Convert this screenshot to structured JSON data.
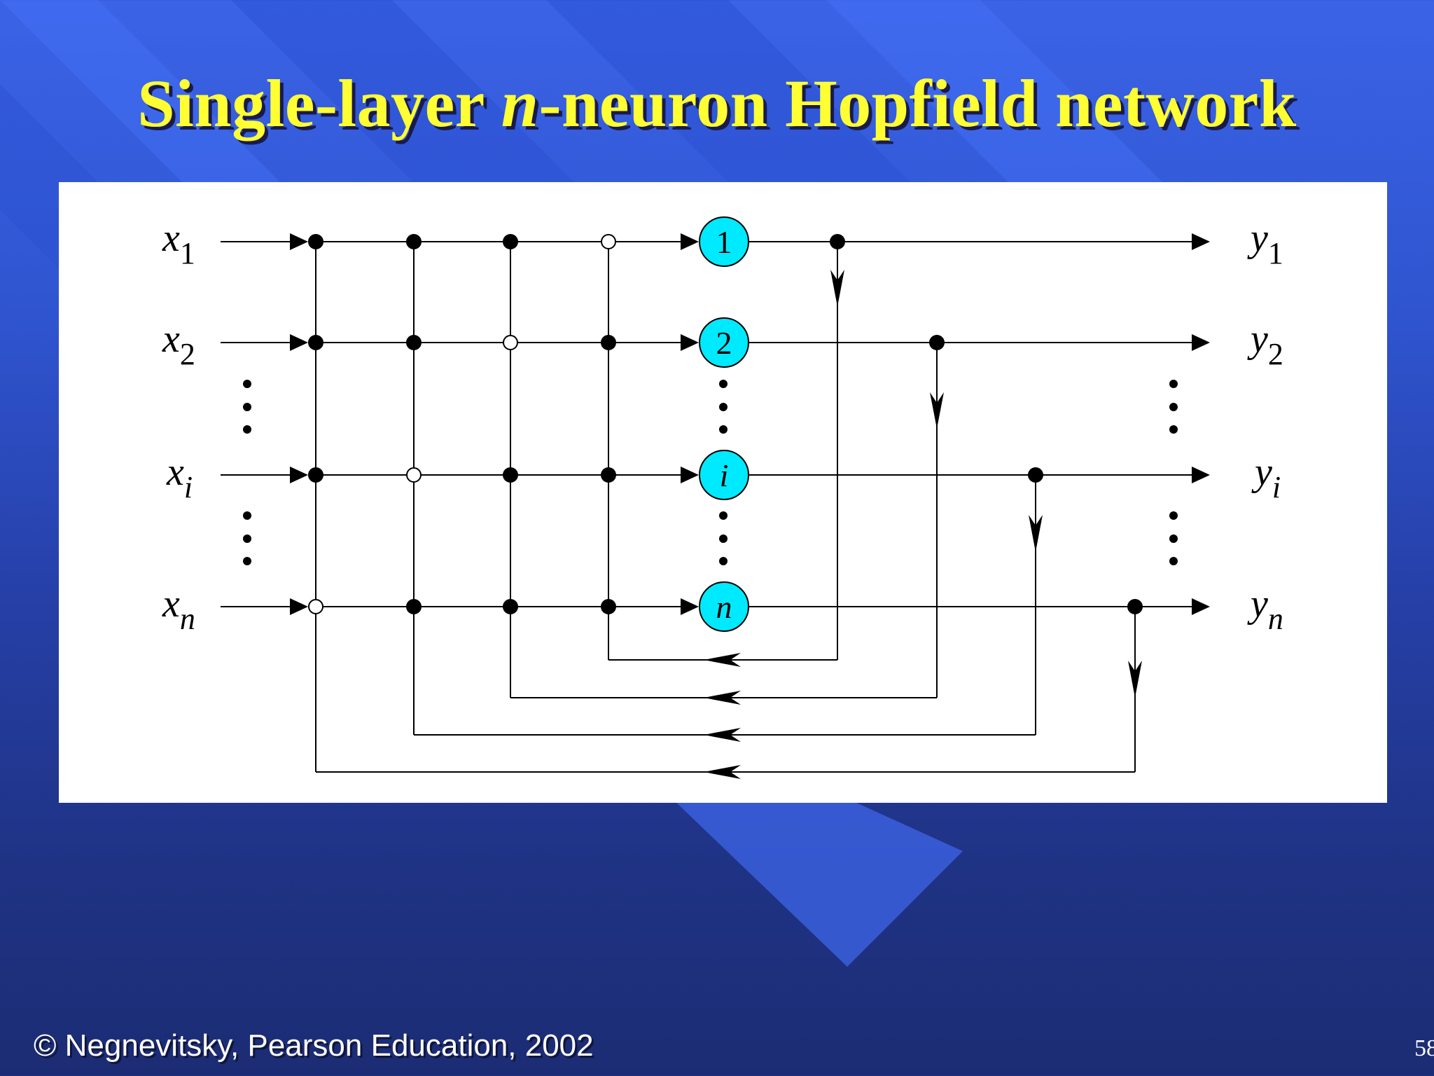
{
  "slide": {
    "title_main": "Single-layer ",
    "title_italic": "n",
    "title_rest": "-neuron Hopfield network",
    "footer": "© Negnevitsky, Pearson Education, 2002",
    "page_number": "58"
  },
  "diagram": {
    "inputs": [
      {
        "base": "x",
        "sub": "1"
      },
      {
        "base": "x",
        "sub": "2"
      },
      {
        "base": "x",
        "sub": "i"
      },
      {
        "base": "x",
        "sub": "n"
      }
    ],
    "outputs": [
      {
        "base": "y",
        "sub": "1"
      },
      {
        "base": "y",
        "sub": "2"
      },
      {
        "base": "y",
        "sub": "i"
      },
      {
        "base": "y",
        "sub": "n"
      }
    ],
    "neurons": [
      "1",
      "2",
      "i",
      "n"
    ],
    "colors": {
      "neuron_fill": "#00eaff",
      "title": "#ffff33",
      "panel": "#ffffff"
    }
  }
}
